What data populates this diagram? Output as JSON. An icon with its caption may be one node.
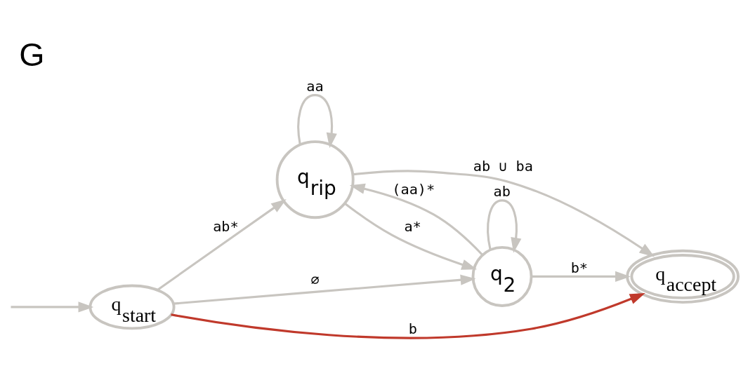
{
  "diagram": {
    "title": "G",
    "nodes": [
      {
        "text": [
          "q$_{start}$"
        ]
      },
      {
        "text": [
          "q$_{rip}$"
        ]
      },
      {
        "text": [
          "q$_{2}$"
        ]
      },
      {
        "text": [
          "q$_{accept}$"
        ]
      }
    ],
    "edges": [
      {
        "from": null,
        "to": 0,
        "arrow": "to"
      },
      {
        "from": 0,
        "to": 1,
        "arrow": "to",
        "label": "ab*"
      },
      {
        "from": 1,
        "to": 1,
        "arrow": "to",
        "label": "aa"
      },
      {
        "from": 1,
        "to": 2,
        "arrow": "to",
        "label": "a*"
      },
      {
        "from": 2,
        "to": 1,
        "arrow": "to",
        "label": "(aa)*"
      },
      {
        "from": 1,
        "to": 3,
        "arrow": "to",
        "label": "ab ∪ ba"
      },
      {
        "from": 0,
        "to": 2,
        "arrow": "to",
        "label": "∅"
      },
      {
        "from": 2,
        "to": 2,
        "arrow": "to",
        "label": "ab"
      },
      {
        "from": 2,
        "to": 3,
        "arrow": "to",
        "label": "b*"
      },
      {
        "from": 0,
        "to": 3,
        "arrow": "to",
        "label": "b",
        "color": "#c0392b"
      }
    ]
  }
}
